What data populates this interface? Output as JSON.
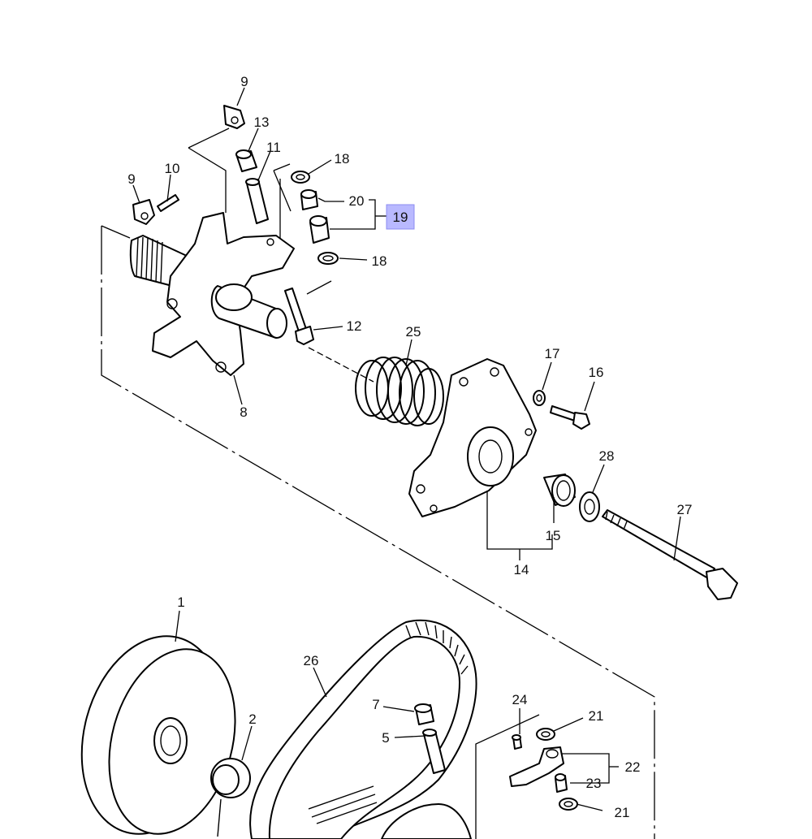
{
  "diagram": {
    "labels": {
      "p1": "1",
      "p2": "2",
      "p5": "5",
      "p7": "7",
      "p8": "8",
      "p9a": "9",
      "p9b": "9",
      "p10": "10",
      "p11": "11",
      "p12": "12",
      "p13": "13",
      "p14": "14",
      "p15": "15",
      "p16": "16",
      "p17": "17",
      "p18a": "18",
      "p18b": "18",
      "p19": "19",
      "p20": "20",
      "p21a": "21",
      "p21b": "21",
      "p22": "22",
      "p23": "23",
      "p24": "24",
      "p25": "25",
      "p26": "26",
      "p27": "27",
      "p28": "28"
    },
    "highlighted_part": "19",
    "highlight_color": "#b9b9ff"
  }
}
